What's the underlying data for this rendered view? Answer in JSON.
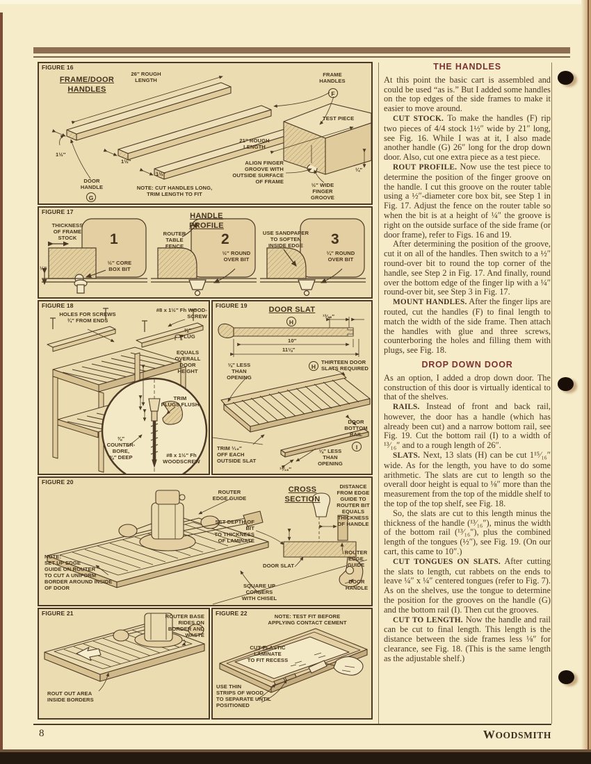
{
  "page": {
    "number": "8",
    "brand": "WOODSMITH"
  },
  "column": {
    "sections": [
      {
        "heading": "THE HANDLES",
        "paragraphs": [
          {
            "lead": "",
            "text": "At this point the basic cart is assembled and could be used “as is.” But I added some handles on the top edges of the side frames to make it easier to move around."
          },
          {
            "lead": "CUT STOCK.",
            "text": " To make the handles (F) rip two pieces of 4/4 stock 1½″ wide by 21″ long, see Fig. 16. While I was at it, I also made another handle (G) 26″ long for the drop down door. Also, cut one extra piece as a test piece."
          },
          {
            "lead": "ROUT PROFILE.",
            "text": " Now use the test piece to determine the position of the finger groove on the handle. I cut this groove on the router table using a ½″-diameter core box bit, see Step 1 in Fig. 17. Adjust the fence on the router table so when the bit is at a height of ¼″ the groove is right on the outside surface of the side frame (or door frame), refer to Figs. 16 and 19."
          },
          {
            "lead": "",
            "text": "After determining the position of the groove, cut it on all of the handles. Then switch to a ½″ round-over bit to round the top corner of the handle, see Step 2 in Fig. 17. And finally, round over the bottom edge of the finger lip with a ¼″ round-over bit, see Step 3 in Fig. 17."
          },
          {
            "lead": "MOUNT HANDLES.",
            "text": " After the finger lips are routed, cut the handles (F) to final length to match the width of the side frame. Then attach the handles with glue and three screws, counterboring the holes and filling them with plugs, see Fig. 18."
          }
        ]
      },
      {
        "heading": "DROP DOWN DOOR",
        "paragraphs": [
          {
            "lead": "",
            "text": "As an option, I added a drop down door. The construction of this door is virtually identical to that of the shelves."
          },
          {
            "lead": "RAILS.",
            "text": " Instead of front and back rail, however, the door has a handle (which has already been cut) and a narrow bottom rail, see Fig. 19. Cut the bottom rail (I) to a width of ¹³⁄₁₆″ and to a rough length of 26″."
          },
          {
            "lead": "SLATS.",
            "text": " Next, 13 slats (H) can be cut 1¹⁵⁄₁₆″ wide. As for the length, you have to do some arithmetic. The slats are cut to length so the overall door height is equal to ⅛″ more than the measurement from the top of the middle shelf to the top of the top shelf, see Fig. 18."
          },
          {
            "lead": "",
            "text": "So, the slats are cut to this length minus the thickness of the handle (¹³⁄₁₆″), minus the width of the bottom rail (¹³⁄₁₆″), plus the combined length of the tongues (½″), see Fig. 19. (On our cart, this came to 10″.)"
          },
          {
            "lead": "CUT TONGUES ON SLATS.",
            "text": " After cutting the slats to length, cut rabbets on the ends to leave ¼″ x ¼″ centered tongues (refer to Fig. 7). As on the shelves, use the tongue to determine the position for the grooves on the handle (G) and the bottom rail (I). Then cut the grooves."
          },
          {
            "lead": "CUT TO LENGTH.",
            "text": " Now the handle and rail can be cut to final length. This length is the distance between the side frames less ⅛″ for clearance, see Fig. 18. (This is the same length as the adjustable shelf.)"
          }
        ]
      }
    ]
  },
  "figures": {
    "fig16": {
      "id": "FIGURE 16",
      "title": "FRAME/DOOR\nHANDLES",
      "labels": {
        "len26": "26″ ROUGH\nLENGTH",
        "frame_handles": "FRAME\nHANDLES",
        "letter_f": "F",
        "test_piece": "TEST PIECE",
        "len21": "21″ ROUGH\nLENGTH",
        "align": "ALIGN FINGER\nGROOVE WITH\nOUTSIDE SURFACE\nOF FRAME",
        "w1": "1½″",
        "w2": "1½″",
        "w3": "1½″",
        "door_handle": "DOOR\nHANDLE",
        "letter_g": "G",
        "note": "NOTE: CUT HANDLES LONG,\nTRIM LENGTH TO FIT",
        "groove": "½″ WIDE\nFINGER\nGROOVE",
        "quarter": "¼″"
      }
    },
    "fig17": {
      "id": "FIGURE 17",
      "title": "HANDLE PROFILE",
      "labels": {
        "thickness": "THICKNESS\nOF FRAME\nSTOCK",
        "n1": "1",
        "n2": "2",
        "n3": "3",
        "corebox": "½″ CORE\nBOX BIT",
        "quarter": "¼″",
        "fence": "ROUTER\nTABLE\nFENCE",
        "roundover2": "½″ ROUND\nOVER BIT",
        "sandpaper": "USE SANDPAPER\nTO SOFTEN\nINSIDE EDGE",
        "roundover3": "¼″ ROUND\nOVER BIT"
      }
    },
    "fig18": {
      "id": "FIGURE 18",
      "labels": {
        "holes": "HOLES FOR SCREWS\n¾″ FROM ENDS",
        "screw_top": "#8 x 1½″ Fh WOOD-\nSCREW",
        "plug": "⅜″\nPLUG",
        "equals": "EQUALS\nOVERALL\nDOOR\nHEIGHT",
        "trim": "TRIM\nPLUGS FLUSH",
        "counterbore": "⅜″\nCOUNTER-\nBORE,\n⅜″ DEEP",
        "screw_bottom": "#8 x 1½″ Fh\nWOODSCREW"
      }
    },
    "fig19": {
      "id": "FIGURE 19",
      "title": "DOOR SLAT",
      "labels": {
        "letter_h1": "H",
        "d1316_top": "¹³⁄₁₆″",
        "d10": "10″",
        "d1118": "11⅛″",
        "less_left": "⅛″ LESS\nTHAN\nOPENING",
        "letter_h2": "H",
        "thirteen": "THIRTEEN DOOR\nSLATS REQUIRED",
        "bottom_rail": "DOOR\nBOTTOM\nRAIL",
        "letter_i": "I",
        "trim116": "TRIM ¹⁄₁₆″\nOFF EACH\nOUTSIDE SLAT",
        "less_right": "⅛″ LESS\nTHAN\nOPENING",
        "d1316_bot": "¹³⁄₁₆″"
      }
    },
    "fig20": {
      "id": "FIGURE 20",
      "title": "CROSS SECTION",
      "labels": {
        "edge_guide_top": "ROUTER\nEDGE GUIDE",
        "distance": "DISTANCE\nFROM EDGE\nGUIDE TO\nROUTER BIT\nEQUALS\nTHICKNESS\nOF HANDLE",
        "set_depth": "SET DEPTH OF BIT\nTO THICKNESS\nOF LAMINATE",
        "door_slat": "DOOR SLAT",
        "edge_guide_right": "ROUTER\nEDGE\nGUIDE",
        "door_handle": "DOOR\nHANDLE",
        "note": "NOTE:\nSET UP EDGE\nGUIDE ON ROUTER\nTO CUT A UNIFORM\nBORDER AROUND INSIDE\nOF DOOR",
        "square_up": "SQUARE UP\nCORNERS\nWITH CHISEL"
      }
    },
    "fig21": {
      "id": "FIGURE 21",
      "labels": {
        "router_base": "ROUTER BASE\nRIDES ON\nBORDER AND\nWASTE",
        "rout_out": "ROUT OUT AREA\nINSIDE BORDERS"
      }
    },
    "fig22": {
      "id": "FIGURE 22",
      "labels": {
        "note": "NOTE: TEST FIT BEFORE\nAPPLYING CONTACT CEMENT",
        "cut_plastic": "CUT PLASTIC\nLAMINATE\nTO FIT RECESS",
        "use_thin": "USE THIN\nSTRIPS OF WOOD\nTO SEPARATE UNTIL\nPOSITIONED"
      }
    }
  }
}
